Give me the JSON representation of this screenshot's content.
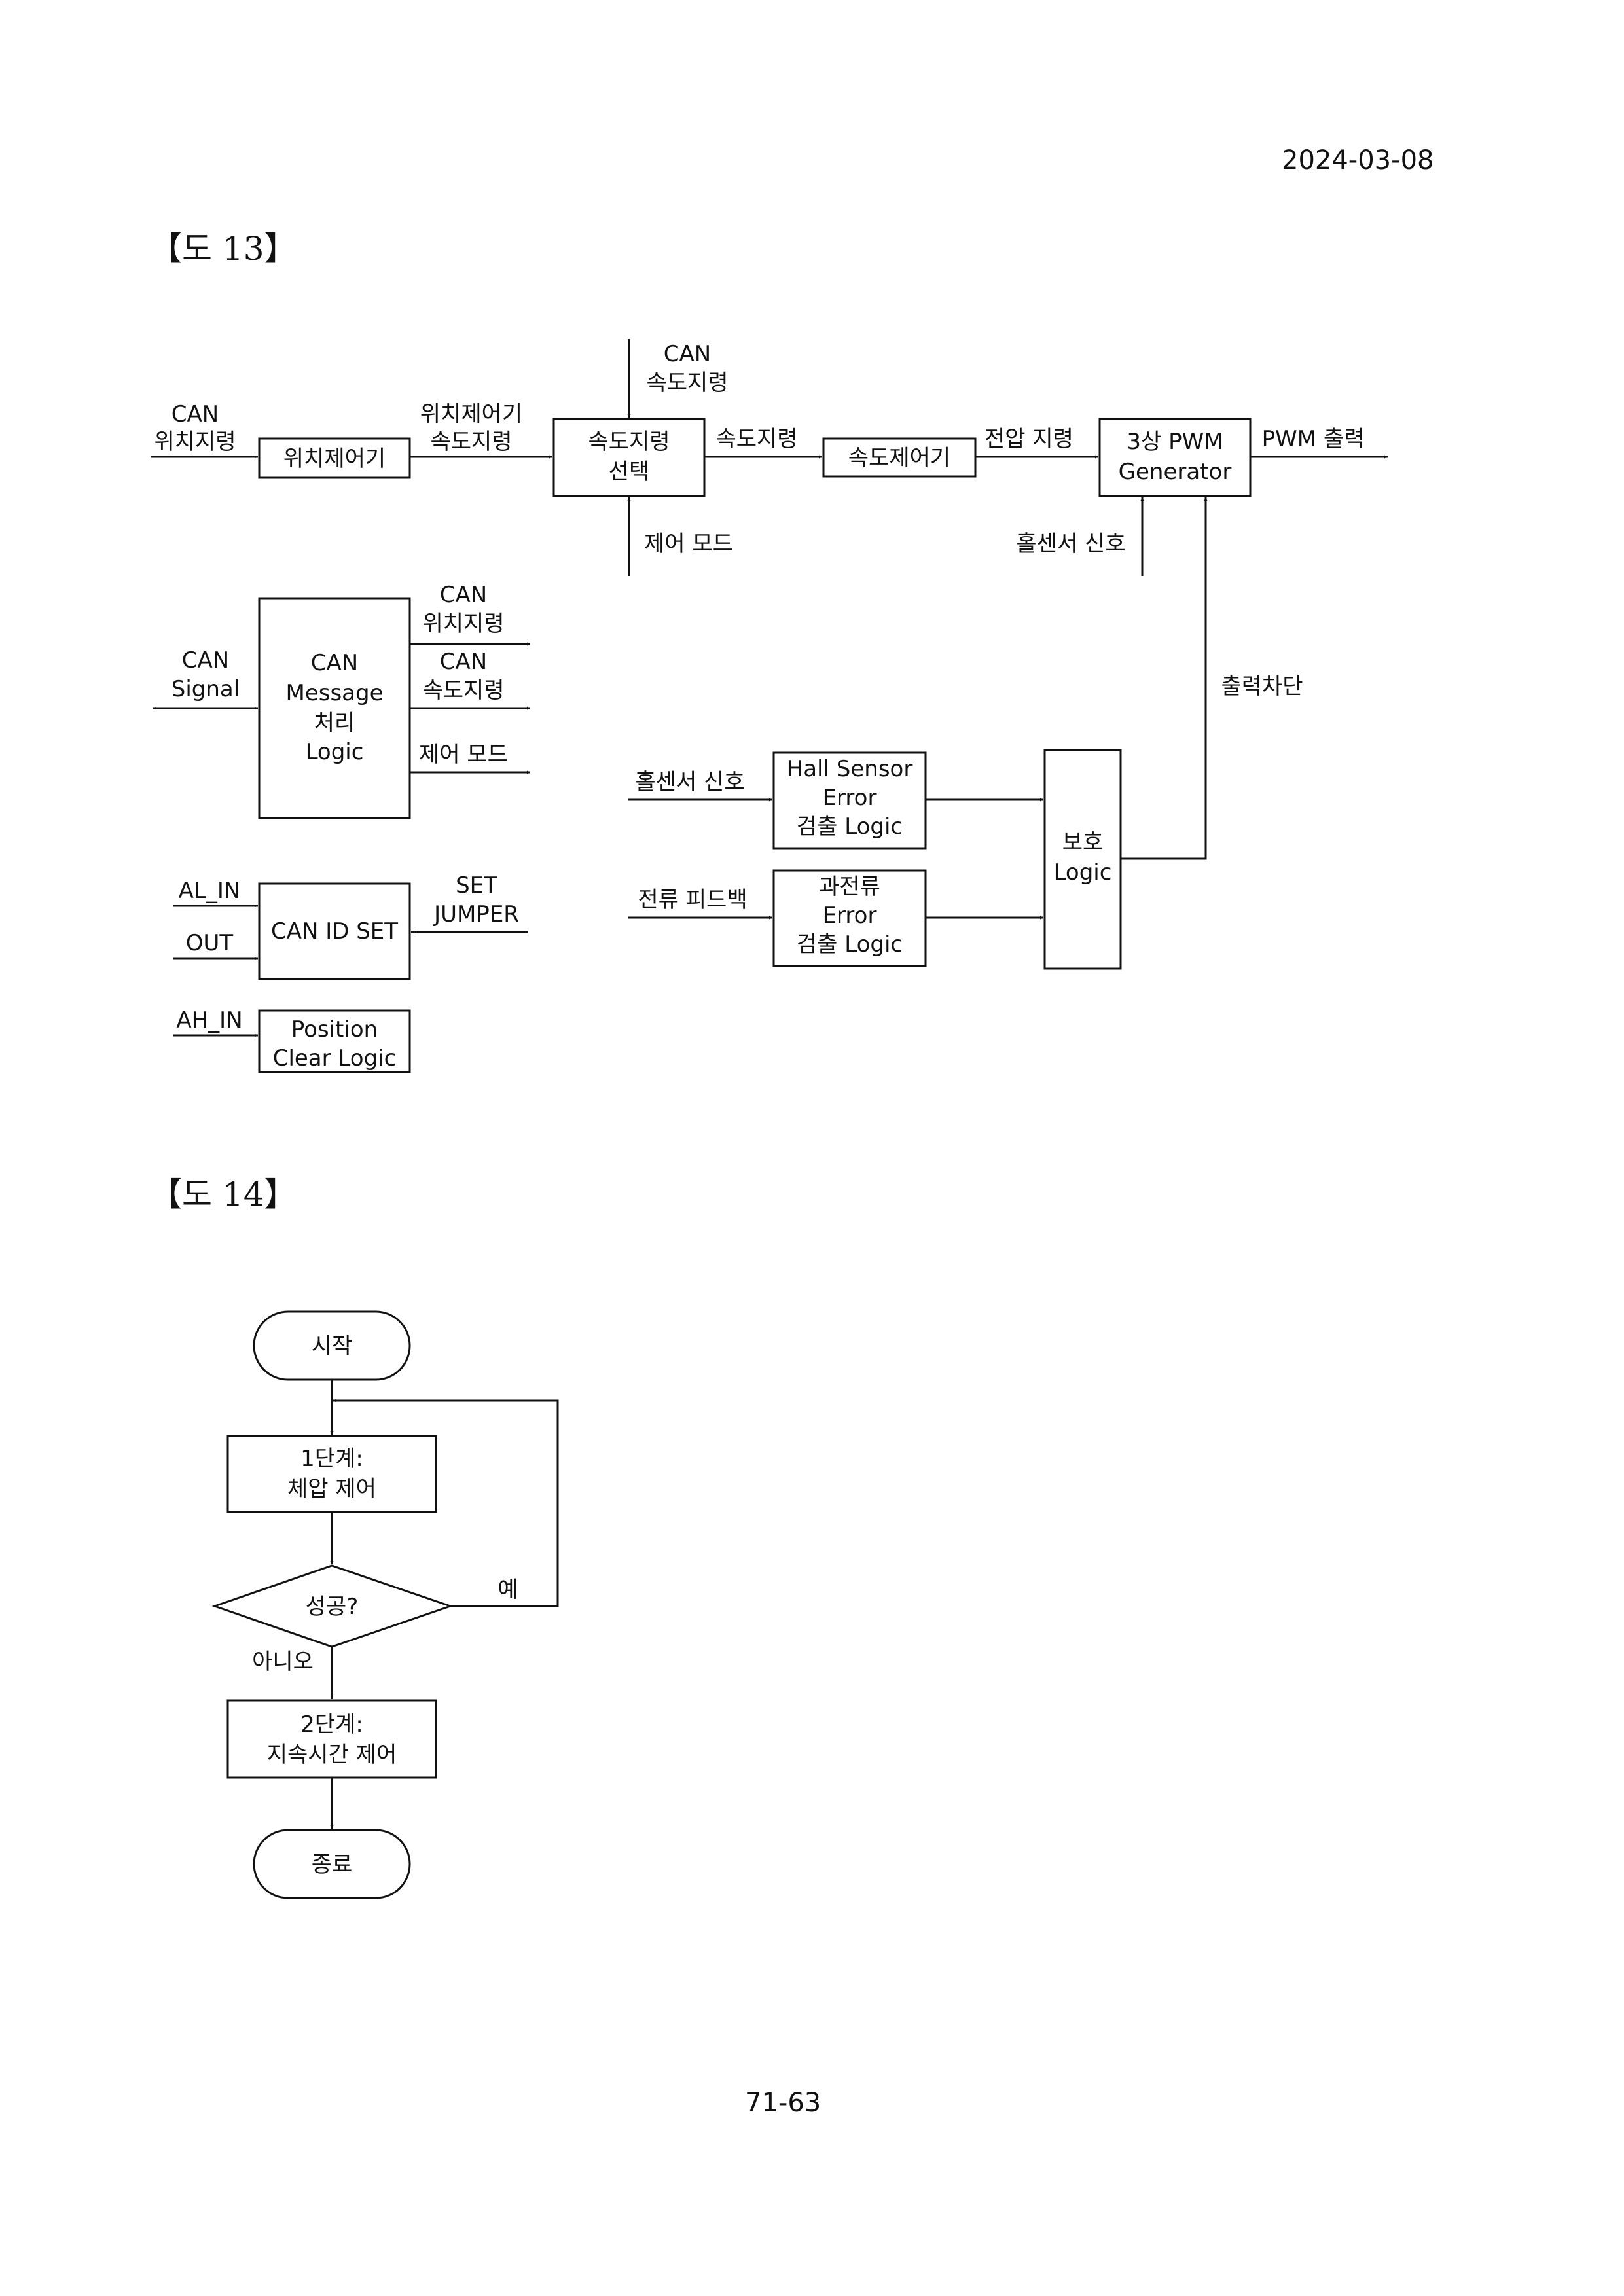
{
  "header": {
    "date": "2024-03-08"
  },
  "footer": {
    "page_number": "71-63"
  },
  "figure13": {
    "caption": "【도 13】",
    "inputs": {
      "can_position_cmd": [
        "CAN",
        "위치지령"
      ],
      "can_speed_cmd": [
        "CAN",
        "속도지령"
      ],
      "control_mode": "제어 모드",
      "hall_sensor_signal": "홀센서 신호"
    },
    "blocks": {
      "position_controller": "위치제어기",
      "speed_select": [
        "속도지령",
        "선택"
      ],
      "speed_controller": "속도제어기",
      "pwm_generator": [
        "3상 PWM",
        "Generator"
      ],
      "can_message_logic": [
        "CAN",
        "Message",
        "처리",
        "Logic"
      ],
      "hall_error_logic": [
        "Hall Sensor",
        "Error",
        "검출 Logic"
      ],
      "overcurrent_error_logic": [
        "과전류",
        "Error",
        "검출 Logic"
      ],
      "protection_logic": [
        "보호",
        "Logic"
      ],
      "can_id_set": "CAN ID SET",
      "position_clear_logic": [
        "Position",
        "Clear Logic"
      ]
    },
    "signals": {
      "position_ctrl_speed_cmd": [
        "위치제어기",
        "속도지령"
      ],
      "speed_cmd": "속도지령",
      "voltage_cmd": "전압 지령",
      "pwm_output": "PWM 출력",
      "output_cutoff": "출력차단",
      "can_signal": [
        "CAN",
        "Signal"
      ],
      "can_out_position_cmd": [
        "CAN",
        "위치지령"
      ],
      "can_out_speed_cmd": [
        "CAN",
        "속도지령"
      ],
      "can_out_control_mode": "제어 모드",
      "hall_input": "홀센서 신호",
      "current_feedback": "전류 피드백",
      "al_in": "AL_IN",
      "out": "OUT",
      "set_jumper": [
        "SET",
        "JUMPER"
      ],
      "ah_in": "AH_IN"
    }
  },
  "figure14": {
    "caption": "【도 14】",
    "start": "시작",
    "step1": [
      "1단계:",
      "체압 제어"
    ],
    "decision": "성공?",
    "yes": "예",
    "no": "아니오",
    "step2": [
      "2단계:",
      "지속시간 제어"
    ],
    "end": "종료"
  },
  "colors": {
    "ink": "#111111",
    "paper": "#ffffff"
  }
}
